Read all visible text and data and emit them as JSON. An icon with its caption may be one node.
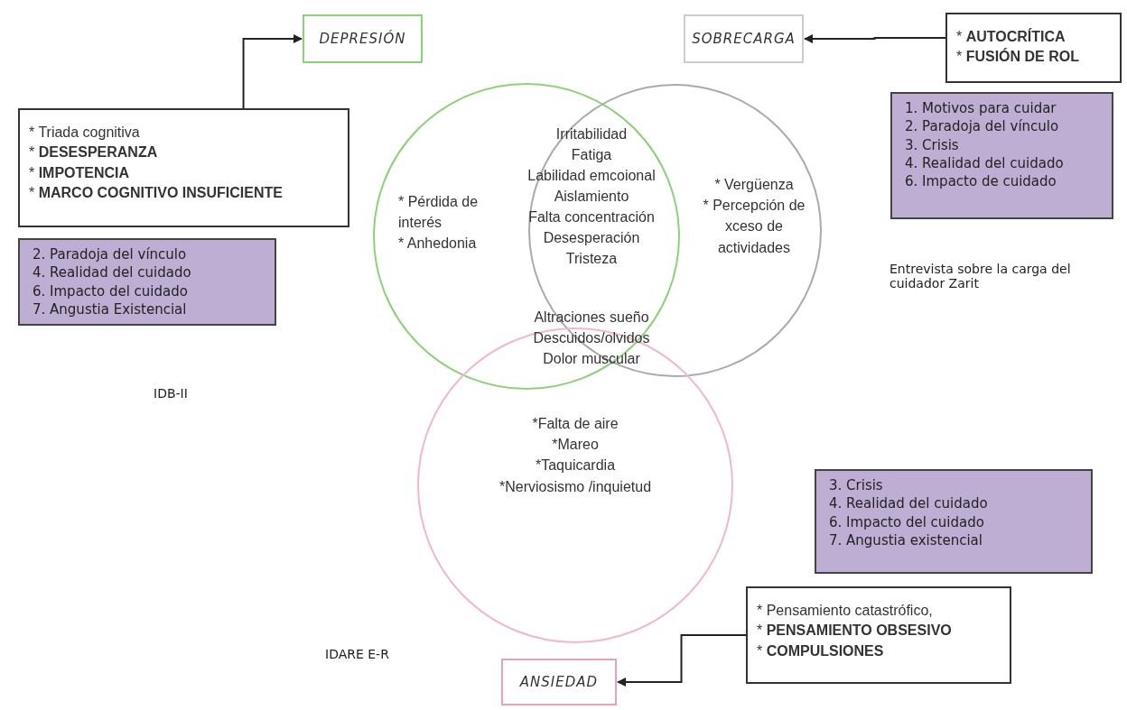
{
  "diagram": {
    "nodes": [
      {
        "text": [
          "DEPRESIÓN"
        ]
      },
      {
        "text": [
          "* Triada cognitiva",
          "* **DESESPERANZA**",
          "* **IMPOTENCIA**",
          "* **MARCO COGNITIVO INSUFICIENTE**"
        ]
      },
      {
        "text": [
          "2. Paradoja del vínculo",
          "4. Realidad del cuidado",
          "6. Impacto del cuidado",
          "7. Angustia Existencial"
        ]
      },
      {
        "text": [
          "SOBRECARGA"
        ]
      },
      {
        "text": [
          "* **AUTOCRÍTICA**",
          "* **FUSIÓN DE ROL**"
        ]
      },
      {
        "text": [
          "1. Motivos para cuidar",
          "2. Paradoja del vínculo",
          "3. Crisis",
          "4. Realidad del cuidado",
          "6. Impacto de cuidado"
        ]
      },
      {
        "text": [
          "3. Crisis",
          "4. Realidad del cuidado",
          "6. Impacto del cuidado",
          "7. Angustia existencial"
        ]
      },
      {
        "text": [
          "* Pensamiento catastrófico,",
          "* **PENSAMIENTO OBSESIVO**",
          "* **COMPULSIONES**"
        ]
      },
      {
        "text": [
          "ANSIEDAD"
        ]
      },
      {
        "text": [
          "* Pérdida de interés",
          "* Anhedonia"
        ]
      },
      {
        "text": [
          "* Vergüenza",
          "* Percepción de xceso de actividades"
        ]
      },
      {
        "text": [
          "*Falta de aire",
          "*Mareo",
          "*Taquicardia",
          "*Nerviosismo /inquietud"
        ]
      }
    ],
    "edges": [
      {
        "from": 1,
        "to": 0,
        "arrow": "to"
      },
      {
        "from": 4,
        "to": 3,
        "arrow": "to"
      },
      {
        "from": 7,
        "to": 8,
        "arrow": "to"
      }
    ],
    "labels": [
      "Irritabilidad",
      "Fatiga",
      "Labilidad emcoional",
      "Aislamiento",
      "Falta concentración",
      "Desesperación",
      "Tristeza",
      "Entrevista sobre la carga del cuidador Zarit",
      "Altraciones sueño",
      "Descuidos/olvidos",
      "Dolor muscular",
      "IDB-II",
      "IDARE E-R"
    ]
  }
}
